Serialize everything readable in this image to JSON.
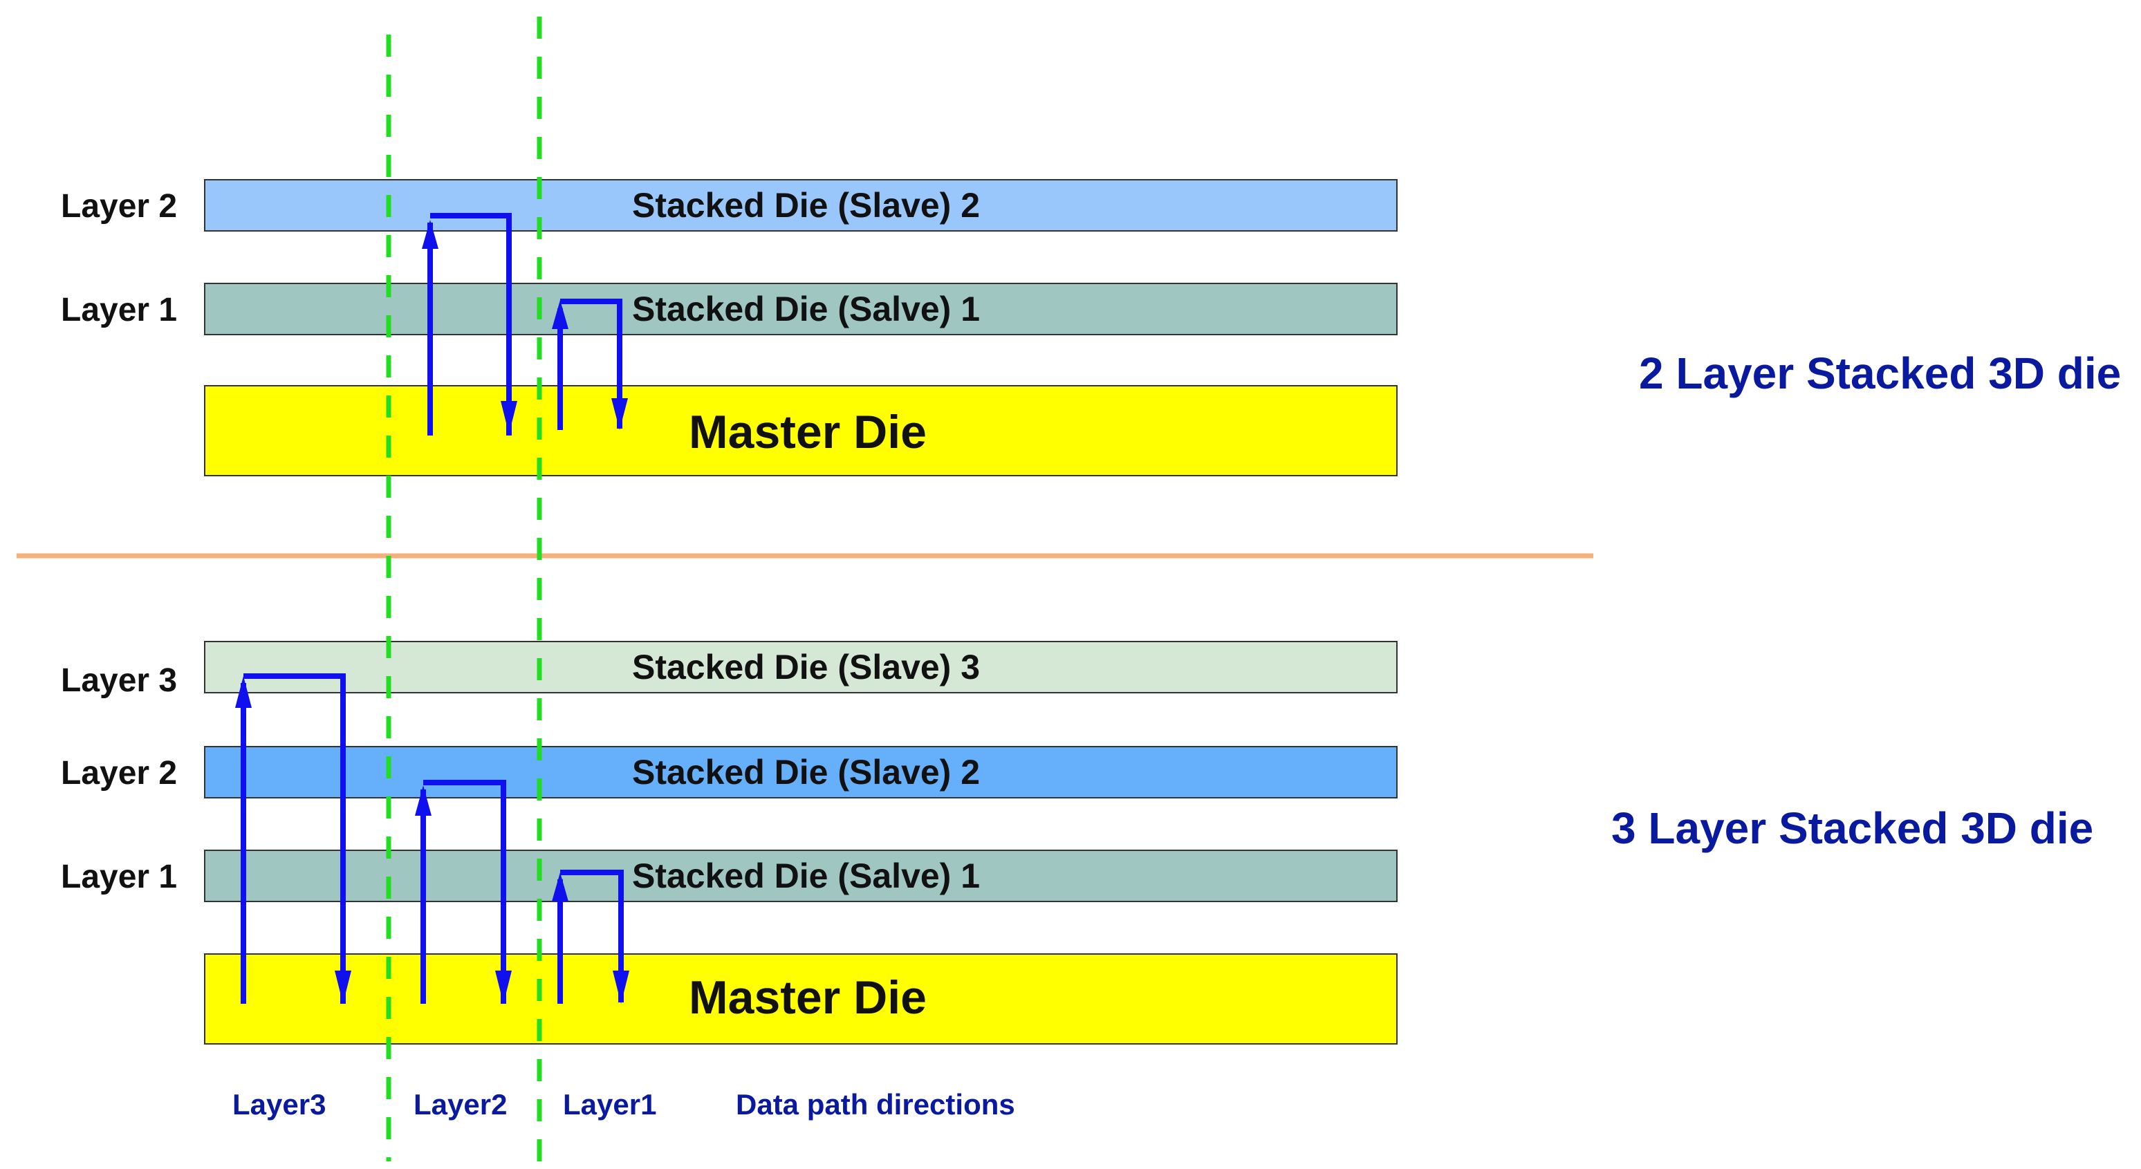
{
  "colors": {
    "slave2_top": "#99c7fb",
    "slave1": "#9fc6c0",
    "master": "#ffff00",
    "slave3": "#d5e7d5",
    "slave2_bottom": "#66affb",
    "arrow": "#1010ee",
    "separator": "#f7b07a",
    "guide": "#22dd22",
    "title": "#0a1a9e"
  },
  "top_group": {
    "title": "2  Layer Stacked 3D die",
    "layers": [
      {
        "label": "Layer 2",
        "die": "Stacked Die (Slave) 2"
      },
      {
        "label": "Layer 1",
        "die": "Stacked Die (Salve) 1"
      }
    ],
    "master": "Master Die"
  },
  "bottom_group": {
    "title": "3  Layer Stacked 3D die",
    "layers": [
      {
        "label": "Layer 3",
        "die": "Stacked Die (Slave) 3"
      },
      {
        "label": "Layer 2",
        "die": "Stacked Die (Slave) 2"
      },
      {
        "label": "Layer 1",
        "die": "Stacked Die (Salve) 1"
      }
    ],
    "master": "Master Die"
  },
  "footer": {
    "layer3": "Layer3",
    "layer2": "Layer2",
    "layer1": "Layer1",
    "caption": "Data path directions"
  }
}
